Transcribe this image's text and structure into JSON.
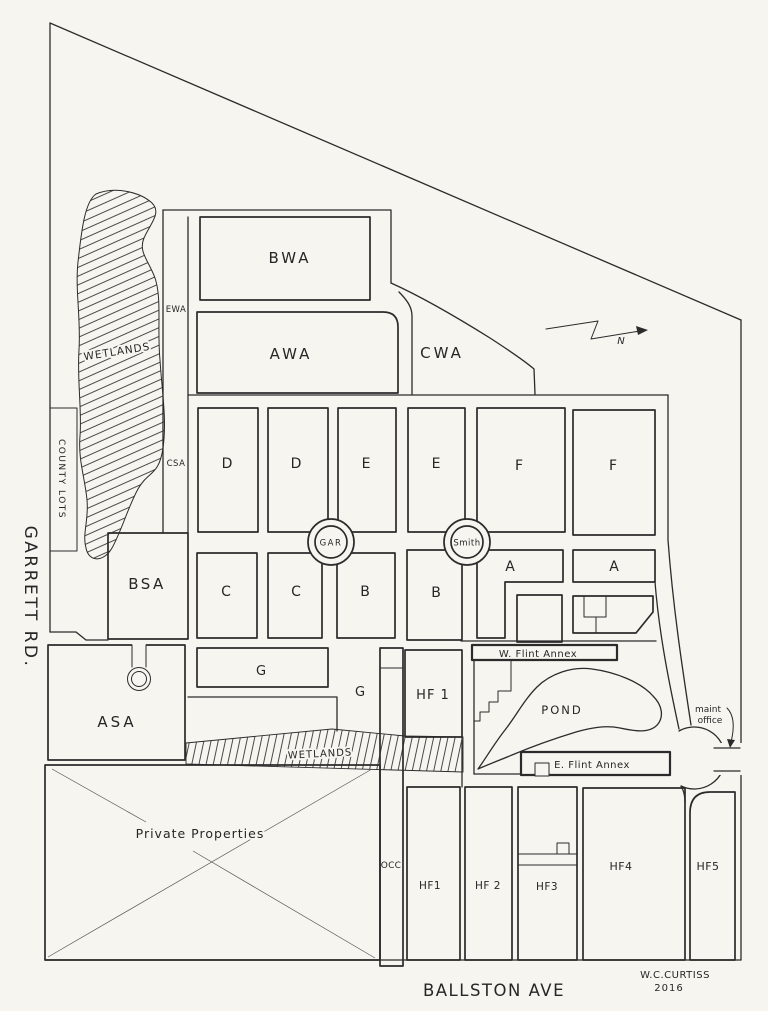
{
  "drawing": {
    "streets": {
      "garrett_rd": "GARRETT RD.",
      "ballston_ave": "BALLSTON AVE",
      "ewa": "EWA",
      "csa": "CSA"
    },
    "sections": {
      "bwa": "BWA",
      "awa": "AWA",
      "cwa": "CWA",
      "d1": "D",
      "d2": "D",
      "e1": "E",
      "e2": "E",
      "f1": "F",
      "f2": "F",
      "bsa": "BSA",
      "c1": "C",
      "c2": "C",
      "b1": "B",
      "b2": "B",
      "a1": "A",
      "a2": "A",
      "asa": "ASA",
      "g1": "G",
      "g2": "G",
      "hf1_upper": "HF 1",
      "hf1": "HF1",
      "hf2": "HF 2",
      "hf3": "HF3",
      "hf4": "HF4",
      "hf5": "HF5"
    },
    "annexes": {
      "w_flint": "W. Flint  Annex",
      "e_flint": "E. Flint  Annex"
    },
    "rotaries": {
      "gar": "GAR",
      "smith": "Smith"
    },
    "features": {
      "wetlands_north": "WETLANDS",
      "wetlands_south": "WETLANDS",
      "county_lots": "COUNTY LOTS",
      "pond": "POND",
      "private_properties": "Private Properties",
      "occ": "OCC",
      "maint_line1": "maint",
      "maint_line2": "office"
    },
    "compass": {
      "north_label": "N"
    },
    "credit": {
      "name": "W.C.CURTISS",
      "year": "2016"
    }
  }
}
